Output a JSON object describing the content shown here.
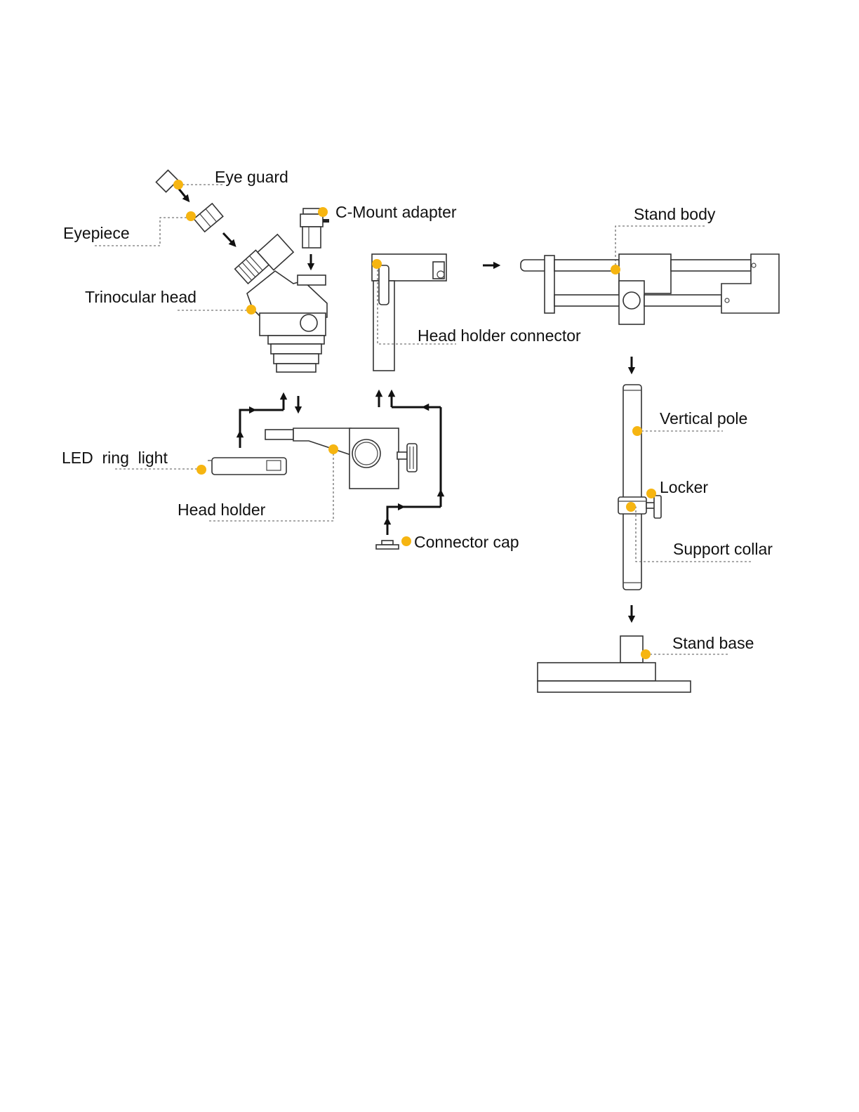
{
  "colors": {
    "marker": "#F6B511",
    "line": "#333333",
    "text": "#111111"
  },
  "labels": {
    "eye_guard": "Eye guard",
    "eyepiece": "Eyepiece",
    "c_mount_adapter": "C-Mount adapter",
    "trinocular_head": "Trinocular head",
    "head_holder_connector": "Head holder connector",
    "stand_body": "Stand body",
    "led_ring_light": "LED  ring  light",
    "head_holder": "Head holder",
    "connector_cap": "Connector cap",
    "vertical_pole": "Vertical pole",
    "locker": "Locker",
    "support_collar": "Support collar",
    "stand_base": "Stand base"
  }
}
